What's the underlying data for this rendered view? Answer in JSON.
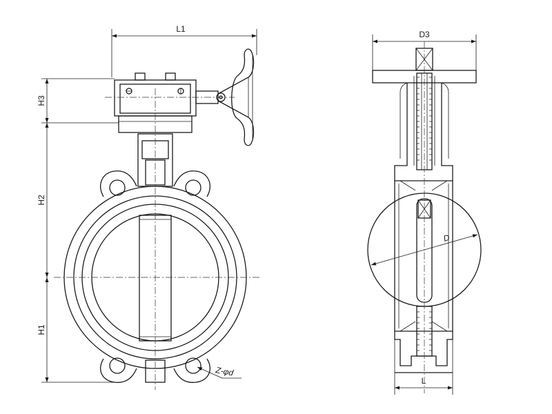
{
  "labels": {
    "l1": "L1",
    "h3": "H3",
    "h2": "H2",
    "h1": "H1",
    "z_phi_d": "Z-φd",
    "d3": "D3",
    "d": "D",
    "l": "L"
  }
}
